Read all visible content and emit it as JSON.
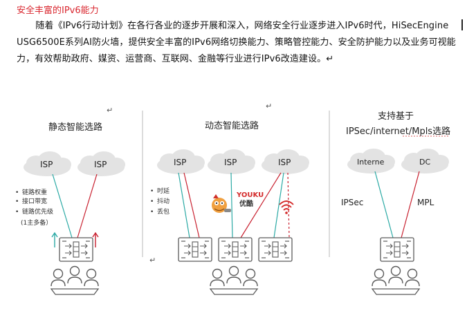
{
  "heading": "安全丰富的IPv6能力",
  "paragraph": "随着《IPv6行动计划》在各行各业的逐步开展和深入，网络安全行业逐步进入IPv6时代，HiSecEngine USG6500E系列AI防火墙，提供安全丰富的IPv6网络切换能力、策略管控能力、安全防护能力以及业务可视能力，有效帮助政府、媒资、运营商、互联网、金融等行业进行IPv6改造建设。↵",
  "mark": "↵",
  "panels": {
    "static": {
      "title": "静态智能选路",
      "isp1": "ISP",
      "isp2": "ISP",
      "bullets": [
        "链路权重",
        "接口带宽",
        "链路优先级",
        "(1主多备）"
      ]
    },
    "dynamic": {
      "title": "动态智能选路",
      "isp1": "ISP",
      "isp2": "ISP",
      "isp3": "ISP",
      "bullets": [
        "时延",
        "抖动",
        "丢包"
      ],
      "youku_top": "YOUKU",
      "youku_bottom": "优酷"
    },
    "ipsec": {
      "title_line1": "支持基于",
      "title_line2": "IPSec/internet/Mpls选路",
      "cloud1": "Interne",
      "cloud2": "DC",
      "link1": "IPSec",
      "link2": "MPL"
    }
  },
  "colors": {
    "heading": "#d9262e",
    "teal_line": "#2aa9a4",
    "red_line": "#c8202f",
    "cloud": "#e3e3e3",
    "icon": "#5a5a5a"
  }
}
